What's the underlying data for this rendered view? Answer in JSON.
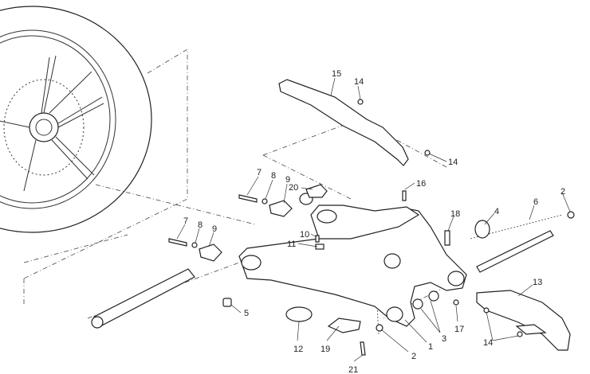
{
  "title": "Swingarm exploded parts diagram",
  "callouts": [
    "15",
    "14",
    "14",
    "7",
    "8",
    "9",
    "20",
    "16",
    "2",
    "6",
    "4",
    "18",
    "7",
    "8",
    "9",
    "10",
    "11",
    "13",
    "5",
    "3",
    "17",
    "14",
    "12",
    "19",
    "2",
    "1",
    "21"
  ],
  "colors": {
    "line": "#222222",
    "background": "#ffffff"
  }
}
